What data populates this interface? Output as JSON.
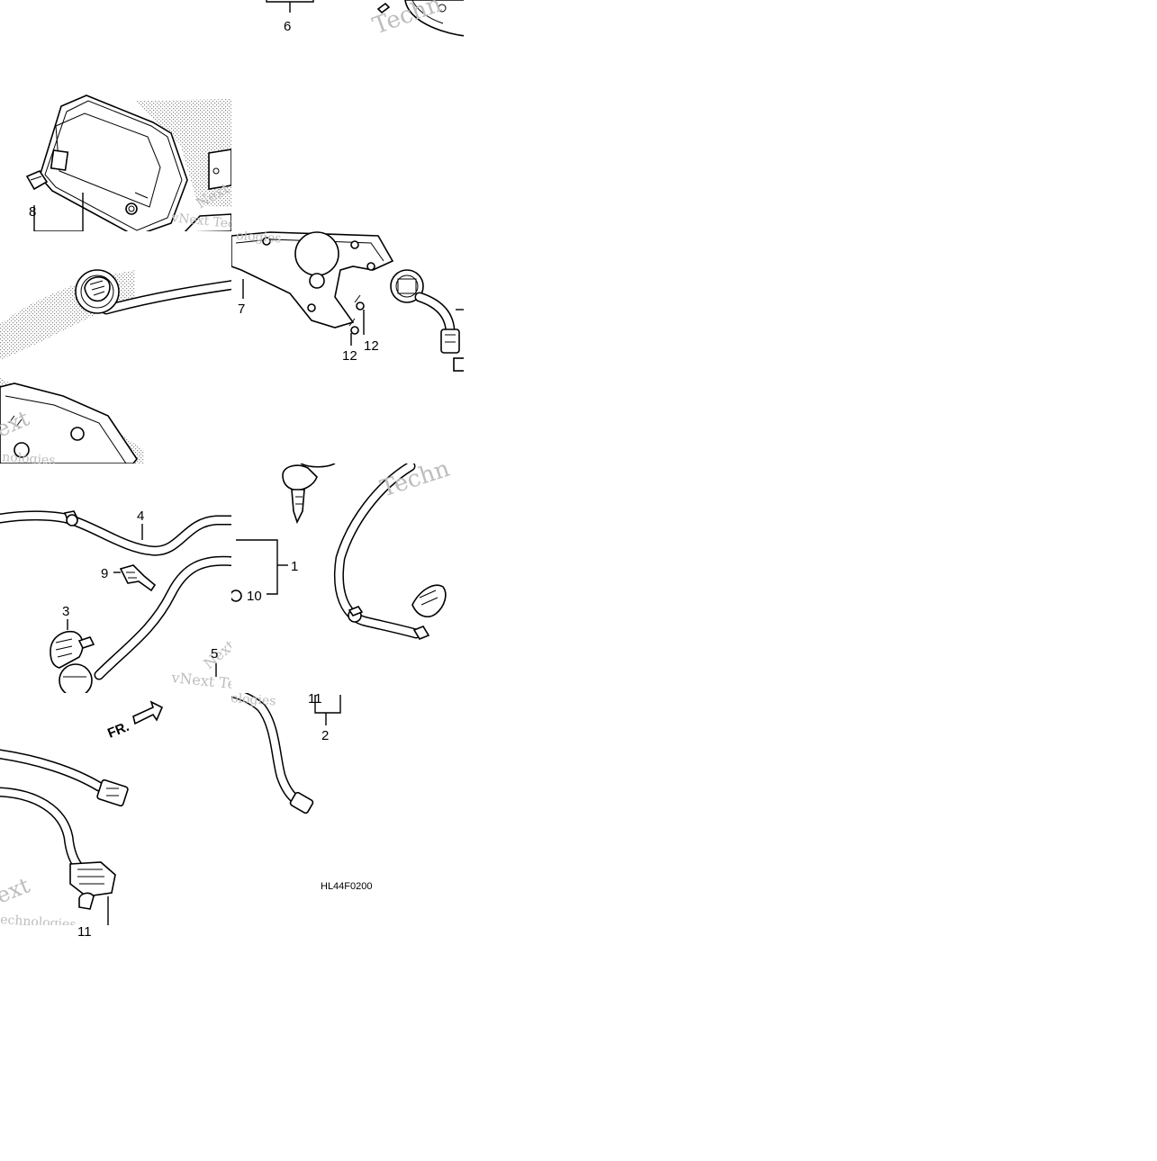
{
  "callouts": {
    "c1": "1",
    "c2": "2",
    "c3": "3",
    "c4": "4",
    "c5": "5",
    "c6": "6",
    "c7": "7",
    "c8": "8",
    "c9": "9",
    "c10": "10",
    "c11": "11",
    "c12a": "12",
    "c12b": "12",
    "c11b": "11"
  },
  "direction_label": "FR.",
  "diagram_code": "HL44F0200",
  "watermarks": {
    "w1": "Techn",
    "w2": "vNext Tec",
    "w3": "ologies",
    "w4": "Techn",
    "w5": "vNext Tec",
    "w6": "ologies",
    "w7": "ext",
    "w8": "echnologies",
    "w9": "Next",
    "w10": "nologies"
  },
  "colors": {
    "line": "#000000",
    "stipple": "#9a9a9a",
    "watermark": "#bdbdbd",
    "background": "#ffffff"
  }
}
